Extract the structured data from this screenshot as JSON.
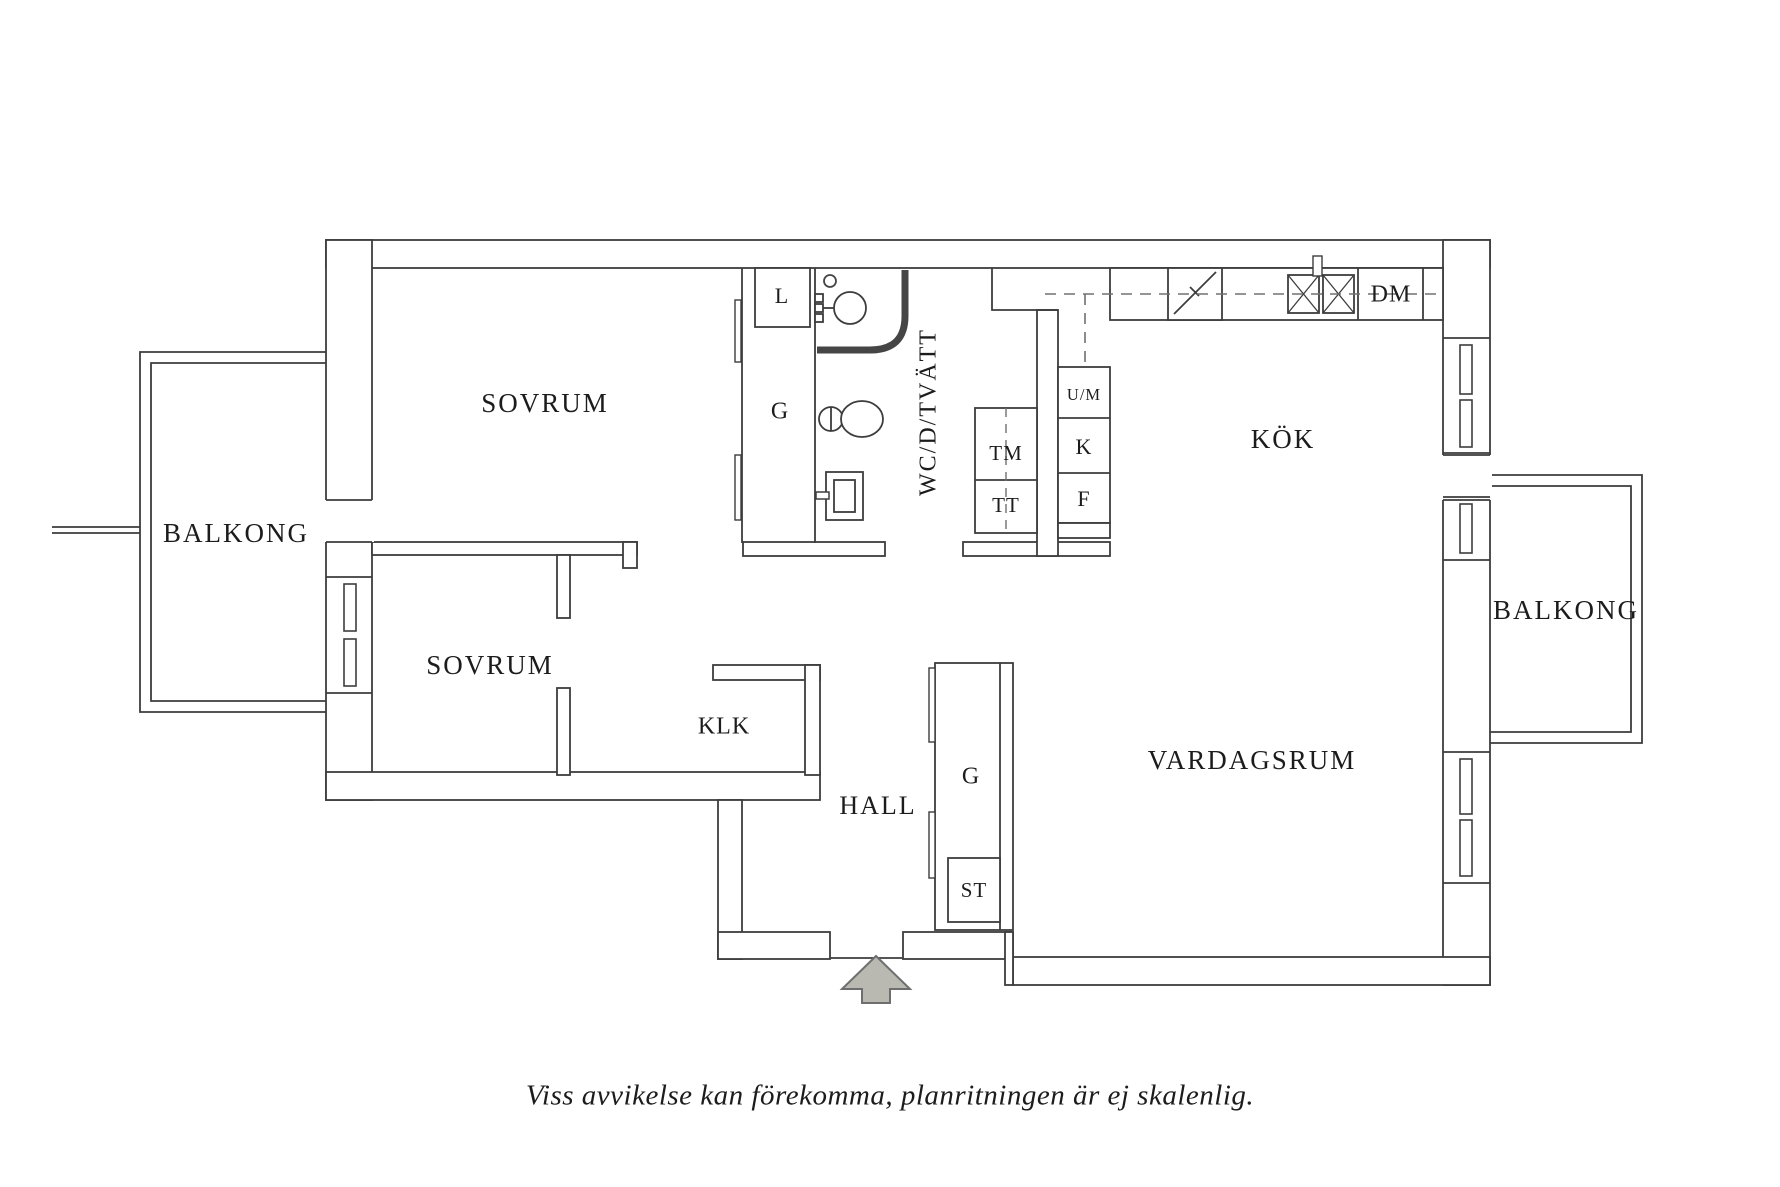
{
  "rooms": {
    "bedroom_top": "SOVRUM",
    "bedroom_bottom": "SOVRUM",
    "kitchen": "KÖK",
    "living": "VARDAGSRUM",
    "hall": "HALL",
    "walkin_closet": "KLK",
    "wc_laundry": "WC/D/TVÄTT",
    "balcony_left": "BALKONG",
    "balcony_right": "BALKONG"
  },
  "units": {
    "linen_closet": "L",
    "wardrobe_bedroom": "G",
    "wardrobe_hall": "G",
    "washing_machine": "TM",
    "dryer": "TT",
    "oven_microwave": "U/M",
    "fridge": "K",
    "freezer": "F",
    "dishwasher": "DM",
    "cleaning_closet": "ST"
  },
  "footer": "Viss avvikelse kan förekomma, planritningen är ej skalenlig.",
  "icons": [
    "entrance-arrow-icon",
    "toilet-icon",
    "washbasin-icon",
    "shower-icon",
    "stove-icon",
    "kitchen-sink-icon",
    "window-icon"
  ],
  "colors": {
    "wall_line": "#3d3d3d",
    "dashed_line": "#707070",
    "arrow_fill": "#b9b9b1",
    "text": "#1c1c1c",
    "background": "#ffffff"
  }
}
